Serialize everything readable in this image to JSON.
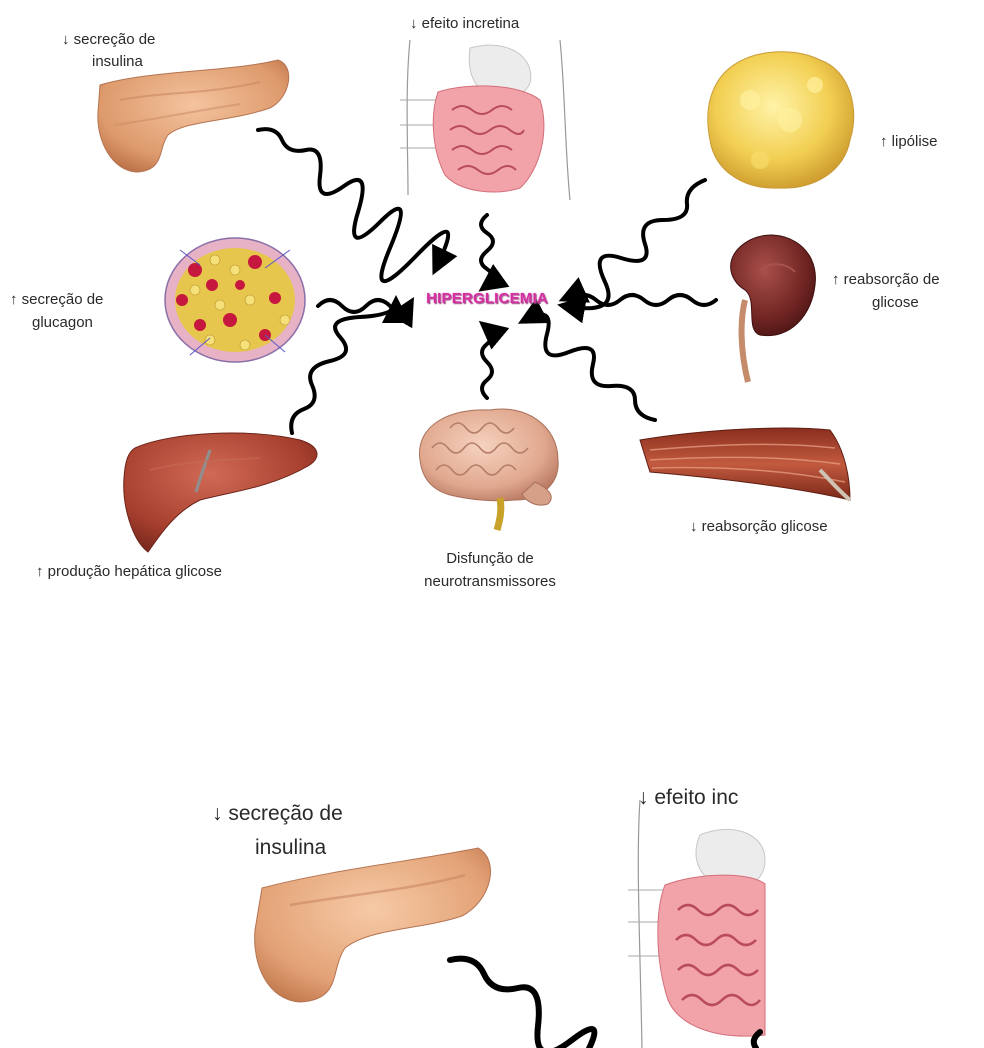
{
  "center": {
    "label": "HIPERGLICEMIA",
    "color": "#d22ea0"
  },
  "organs": {
    "pancreas": {
      "arrow": "↓",
      "line1": "secreção de",
      "line2": "insulina"
    },
    "intestine": {
      "arrow": "↓",
      "text": "efeito incretina"
    },
    "adipose": {
      "arrow": "↑",
      "text": "lipólise"
    },
    "islet": {
      "arrow": "↑",
      "line1": "secreção de",
      "line2": "glucagon"
    },
    "kidney": {
      "arrow": "↑",
      "line1": "reabsorção de",
      "line2": "glicose"
    },
    "liver": {
      "arrow": "↑",
      "text": "produção hepática glicose"
    },
    "brain": {
      "line1": "Disfunção de",
      "line2": "neurotransmissores"
    },
    "muscle": {
      "arrow": "↓",
      "text": "reabsorção glicose"
    }
  },
  "zoom": {
    "pancreas": {
      "arrow": "↓",
      "line1": "secreção de",
      "line2": "insulina"
    },
    "intestine": {
      "arrow": "↓",
      "text": "efeito inc"
    }
  },
  "icons": [
    "pancreas-icon",
    "intestine-icon",
    "adipose-tissue-icon",
    "pancreatic-islet-icon",
    "kidney-icon",
    "liver-icon",
    "brain-icon",
    "muscle-icon",
    "wavy-arrow-icon"
  ]
}
